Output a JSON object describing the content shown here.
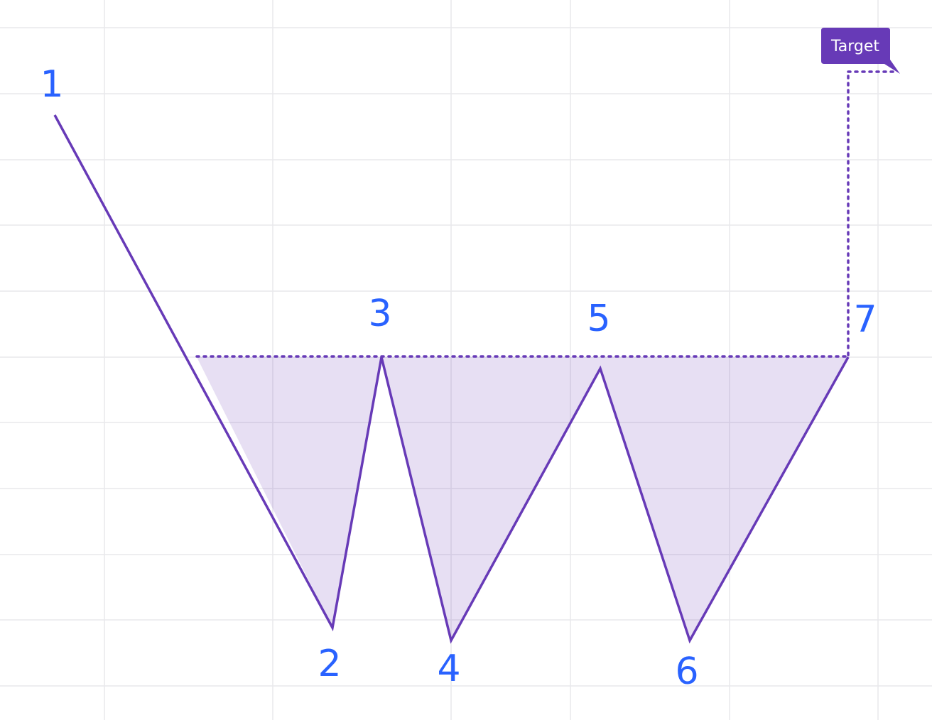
{
  "chart": {
    "pattern_points": [
      {
        "label": "1"
      },
      {
        "label": "2"
      },
      {
        "label": "3"
      },
      {
        "label": "4"
      },
      {
        "label": "5"
      },
      {
        "label": "6"
      },
      {
        "label": "7"
      }
    ],
    "target_label": "Target",
    "colors": {
      "line": "#673ab7",
      "fill": "rgba(103, 58, 183, 0.16)",
      "labels": "#2962ff",
      "grid": "#e9e9ec",
      "target_bg": "#673ab7",
      "target_text": "#ffffff"
    }
  }
}
